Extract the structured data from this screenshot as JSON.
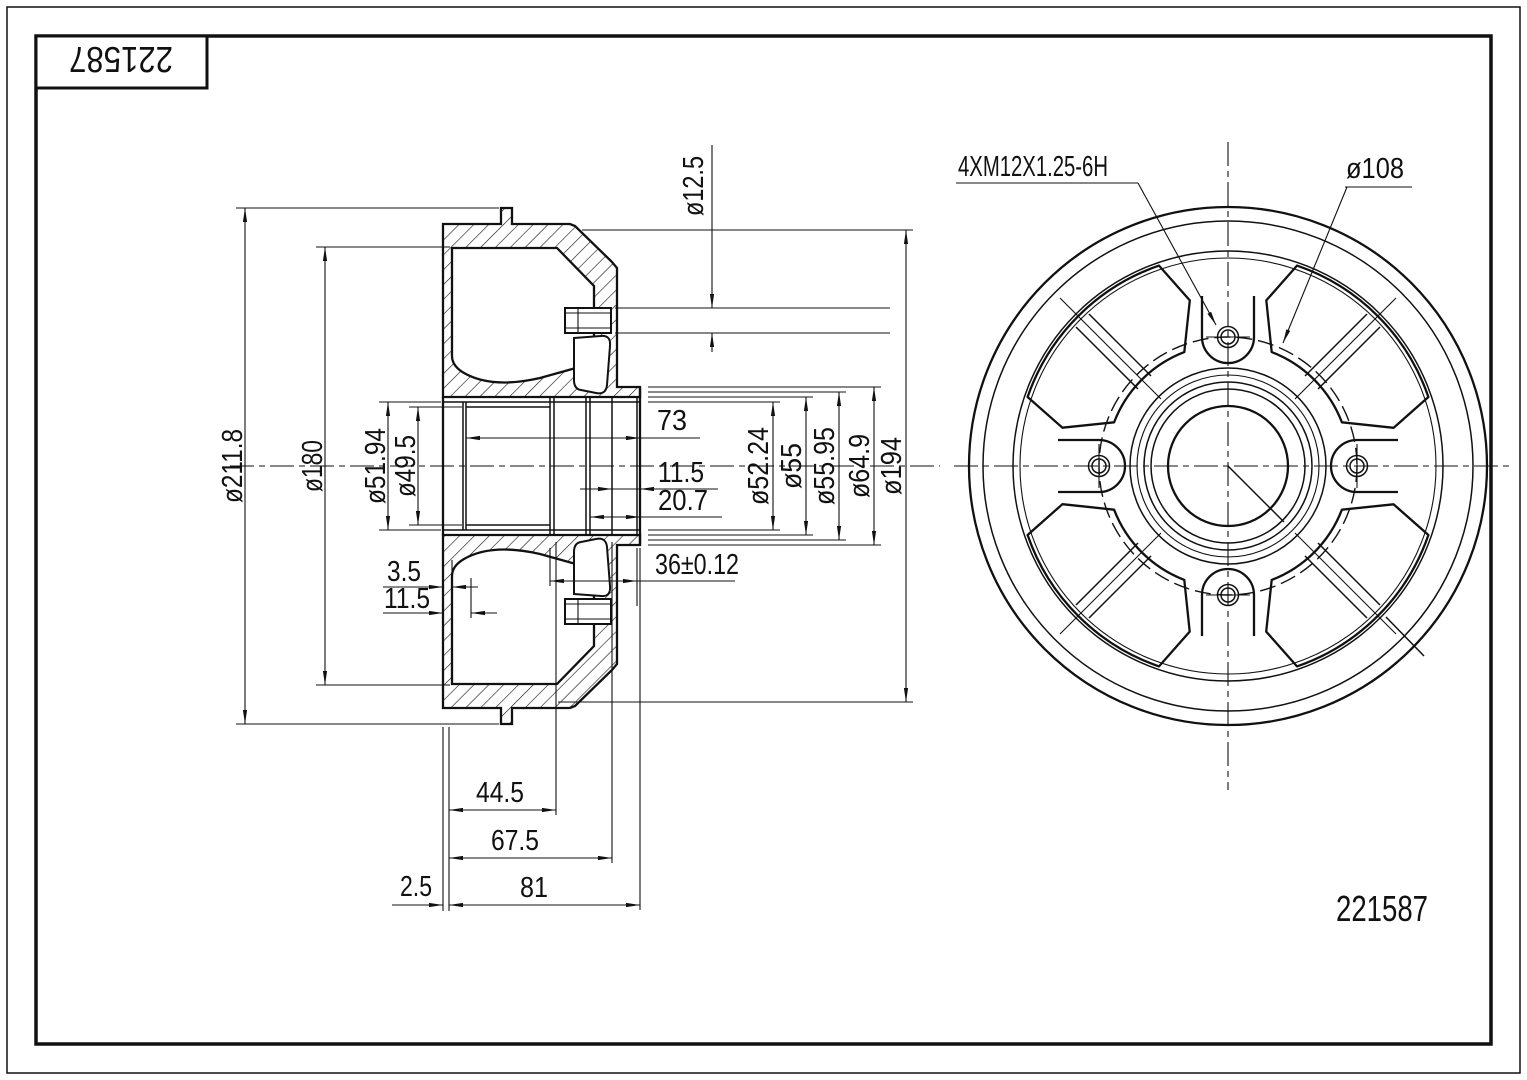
{
  "title_block": {
    "number": "221587"
  },
  "part_number": "221587",
  "section_view": {
    "dims": {
      "d211_8": "ø211.8",
      "d180": "ø180",
      "d51_94": "ø51.94",
      "d49_5": "ø49.5",
      "d12_5": "ø12.5",
      "l73": "73",
      "l11_5": "11.5",
      "l20_7": "20.7",
      "d52_24": "ø52.24",
      "d55": "ø55",
      "d55_95": "ø55.95",
      "d64_9": "ø64.9",
      "d194": "ø194",
      "l36": "36±0.12",
      "l3_5": "3.5",
      "l11_5b": "11.5",
      "l44_5": "44.5",
      "l67_5": "67.5",
      "l81": "81",
      "l2_5": "2.5"
    }
  },
  "front_view": {
    "thread_spec": "4XM12X1.25-6H",
    "bolt_circle_diameter": "ø108"
  },
  "colors": {
    "line": "#111111",
    "background": "#ffffff"
  }
}
